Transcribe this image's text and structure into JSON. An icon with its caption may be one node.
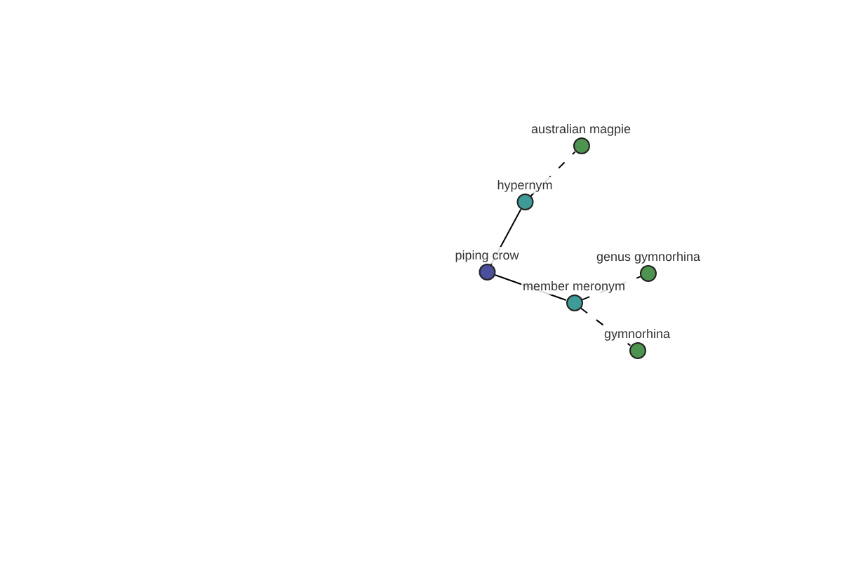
{
  "diagram": {
    "nodes": [
      {
        "text": [
          "piping crow"
        ]
      },
      {
        "text": [
          "hypernym"
        ]
      },
      {
        "text": [
          "australian magpie"
        ]
      },
      {
        "text": [
          "member meronym"
        ]
      },
      {
        "text": [
          "genus gymnorhina"
        ]
      },
      {
        "text": [
          "gymnorhina"
        ]
      }
    ],
    "edges": [
      {
        "from": 0,
        "to": 1,
        "arrow": "none"
      },
      {
        "from": 1,
        "to": 2,
        "arrow": "none",
        "style": "dashed"
      },
      {
        "from": 0,
        "to": 3,
        "arrow": "none"
      },
      {
        "from": 3,
        "to": 4,
        "arrow": "none",
        "style": "dashed"
      },
      {
        "from": 3,
        "to": 5,
        "arrow": "none",
        "style": "dashed"
      }
    ]
  }
}
